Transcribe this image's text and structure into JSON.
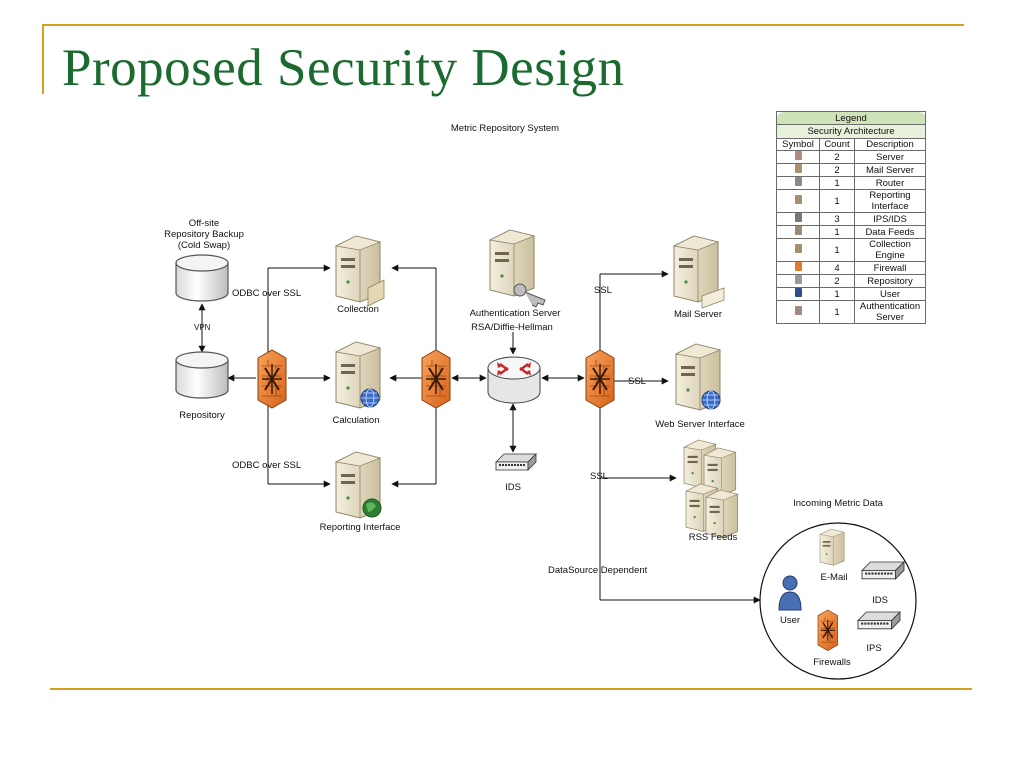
{
  "slide": {
    "title": "Proposed Security Design"
  },
  "diagram": {
    "heading": "Metric Repository System",
    "nodes": {
      "offsite_backup_line1": "Off-site",
      "offsite_backup_line2": "Repository Backup",
      "offsite_backup_line3": "(Cold Swap)",
      "repository": "Repository",
      "collection": "Collection",
      "calculation": "Calculation",
      "reporting_interface": "Reporting Interface",
      "authentication_server": "Authentication Server",
      "rsa": "RSA/Diffie-Hellman",
      "ids": "IDS",
      "mail_server": "Mail Server",
      "web_server_interface": "Web Server Interface",
      "rss_feeds": "RSS Feeds"
    },
    "edges": {
      "vpn": "VPN",
      "odbc_top": "ODBC over SSL",
      "odbc_bottom": "ODBC over SSL",
      "ssl_mail": "SSL",
      "ssl_web": "SSL",
      "ssl_rss": "SSL",
      "datasource": "DataSource Dependent"
    },
    "incoming": {
      "title": "Incoming Metric Data",
      "email": "E-Mail",
      "ids": "IDS",
      "user": "User",
      "ips": "IPS",
      "firewalls": "Firewalls"
    }
  },
  "legend": {
    "title": "Legend",
    "subtitle": "Security Architecture",
    "headers": {
      "symbol": "Symbol",
      "count": "Count",
      "description": "Description"
    },
    "rows": [
      {
        "icon": "server-icon",
        "color": "#b08a80",
        "count": "2",
        "description": "Server"
      },
      {
        "icon": "mail-server-icon",
        "color": "#a89070",
        "count": "2",
        "description": "Mail Server"
      },
      {
        "icon": "router-icon",
        "color": "#8a8a8a",
        "count": "1",
        "description": "Router"
      },
      {
        "icon": "reporting-interface-icon",
        "color": "#a09070",
        "count": "1",
        "description": "Reporting Interface"
      },
      {
        "icon": "ips-ids-icon",
        "color": "#777777",
        "count": "3",
        "description": "IPS/IDS"
      },
      {
        "icon": "data-feeds-icon",
        "color": "#9a8a7a",
        "count": "1",
        "description": "Data Feeds"
      },
      {
        "icon": "collection-engine-icon",
        "color": "#a09070",
        "count": "1",
        "description": "Collection Engine"
      },
      {
        "icon": "firewall-icon",
        "color": "#e07a30",
        "count": "4",
        "description": "Firewall"
      },
      {
        "icon": "repository-icon",
        "color": "#9a9a9a",
        "count": "2",
        "description": "Repository"
      },
      {
        "icon": "user-icon",
        "color": "#2c4f8c",
        "count": "1",
        "description": "User"
      },
      {
        "icon": "authentication-server-icon",
        "color": "#a08a80",
        "count": "1",
        "description": "Authentication Server"
      }
    ]
  }
}
